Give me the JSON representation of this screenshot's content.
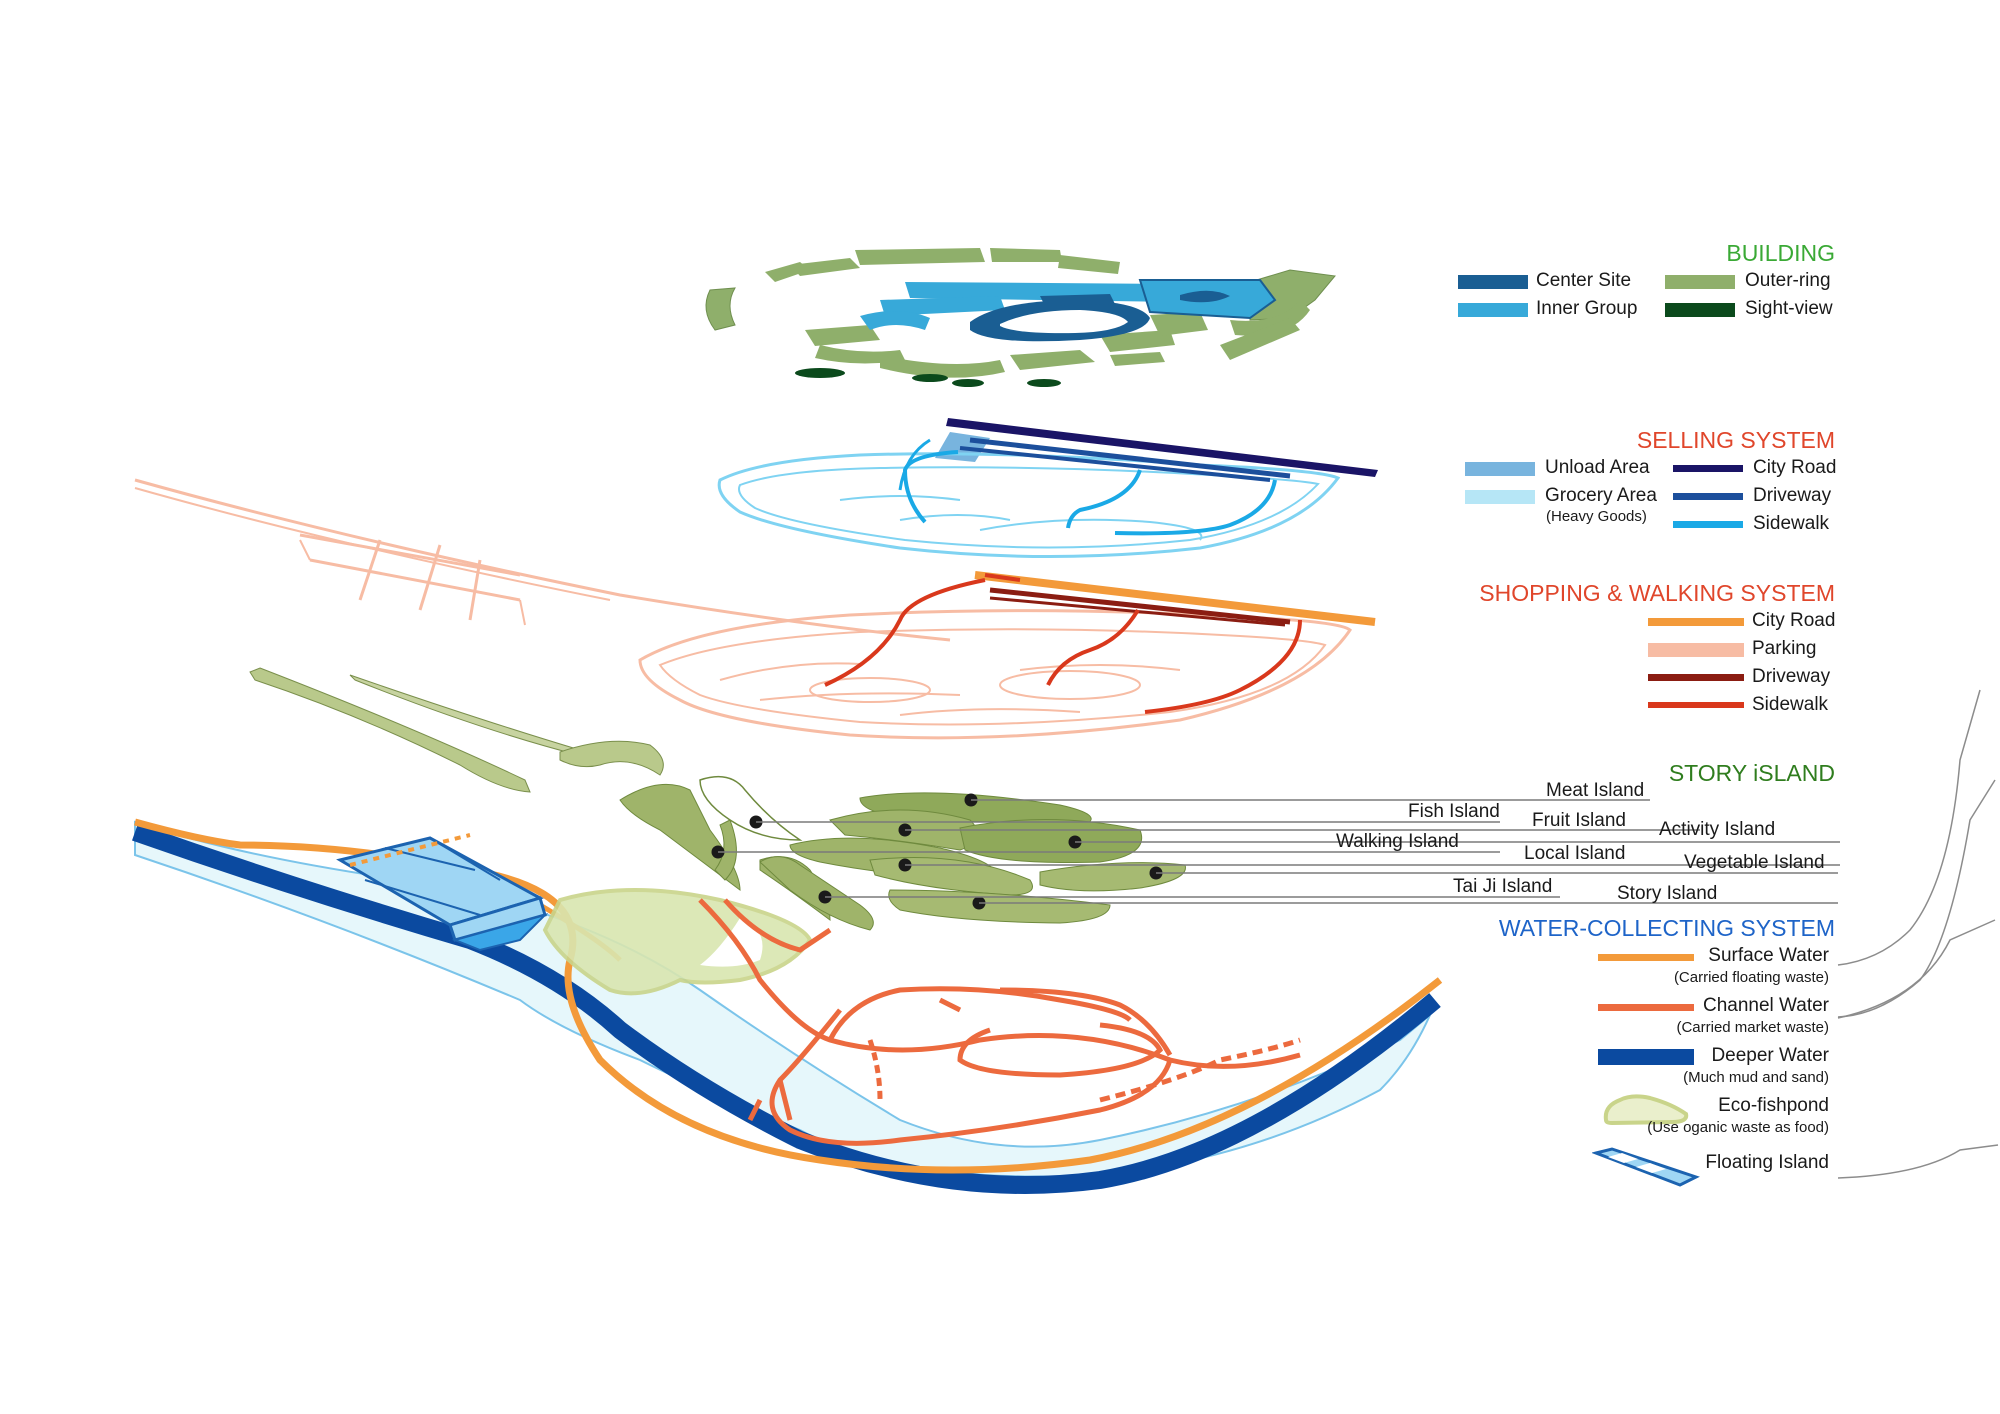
{
  "colors": {
    "building_title": "#3aa935",
    "selling_title": "#e0462b",
    "shopping_title": "#e0462b",
    "story_title": "#2f7d1e",
    "water_title": "#1e64c8",
    "center_site": "#1a5e93",
    "inner_group": "#37a9d9",
    "outer_ring": "#8faf6b",
    "sight_view": "#0b4a1c",
    "unload_area": "#78b4de",
    "grocery_area": "#b6e6f6",
    "city_road_selling": "#1a1466",
    "driveway_selling": "#1c4f9c",
    "sidewalk_selling": "#1aa9e6",
    "city_road_shopping": "#f39a3a",
    "parking": "#f7bca4",
    "driveway_shopping": "#8b1d12",
    "sidewalk_shopping": "#d9381c",
    "surface_water": "#f39a3a",
    "channel_water": "#ec6a3e",
    "deeper_water": "#0b4aa0",
    "eco_fishpond": "#c9d48a",
    "floating_island": "#3aa6e8"
  },
  "legend": {
    "building": {
      "title": "BUILDING",
      "items": [
        "Center Site",
        "Inner Group",
        "Outer-ring",
        "Sight-view"
      ]
    },
    "selling": {
      "title": "SELLING SYSTEM",
      "items": [
        "Unload Area",
        "Grocery Area",
        "City Road",
        "Driveway",
        "Sidewalk"
      ],
      "grocery_note": "(Heavy Goods)"
    },
    "shopping": {
      "title": "SHOPPING & WALKING SYSTEM",
      "items": [
        "City Road",
        "Parking",
        "Driveway",
        "Sidewalk"
      ]
    },
    "story": {
      "title": "STORY iSLAND",
      "islands": [
        "Meat Island",
        "Fish Island",
        "Fruit Island",
        "Activity Island",
        "Walking Island",
        "Local Island",
        "Vegetable Island",
        "Tai Ji Island",
        "Story Island"
      ]
    },
    "water": {
      "title": "WATER-COLLECTING SYSTEM",
      "items": [
        {
          "label": "Surface Water",
          "note": "(Carried floating waste)"
        },
        {
          "label": "Channel Water",
          "note": "(Carried market waste)"
        },
        {
          "label": "Deeper Water",
          "note": "(Much mud and sand)"
        },
        {
          "label": "Eco-fishpond",
          "note": "(Use oganic waste as food)"
        },
        {
          "label": "Floating Island",
          "note": ""
        }
      ]
    }
  }
}
